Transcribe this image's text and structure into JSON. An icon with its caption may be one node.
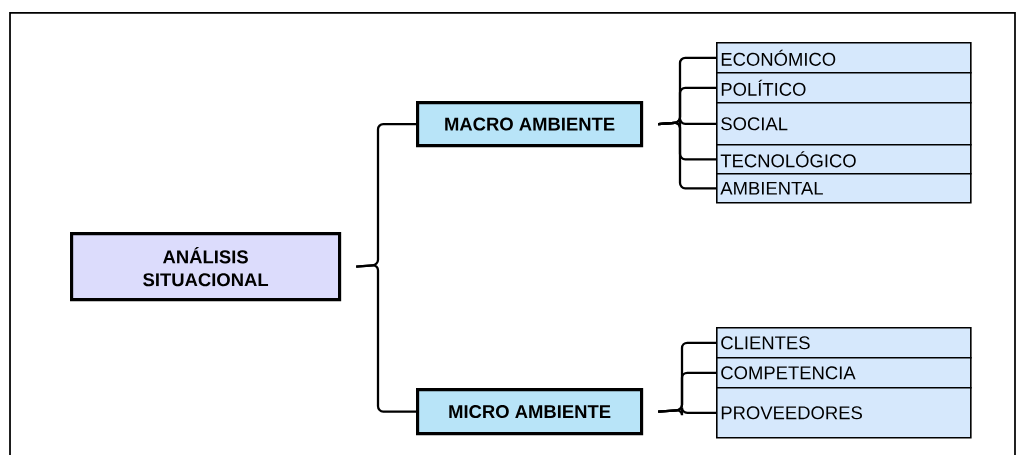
{
  "diagram": {
    "nodes": [
      {
        "text": [
          "ANÁLISIS SITUACIONAL"
        ]
      },
      {
        "text": [
          "MACRO AMBIENTE"
        ]
      },
      {
        "text": [
          "MICRO AMBIENTE"
        ]
      },
      {
        "text": [
          "ECONÓMICO"
        ]
      },
      {
        "text": [
          "POLÍTICO"
        ]
      },
      {
        "text": [
          "SOCIAL"
        ]
      },
      {
        "text": [
          "TECNOLÓGICO"
        ]
      },
      {
        "text": [
          "AMBIENTAL"
        ]
      },
      {
        "text": [
          "CLIENTES"
        ]
      },
      {
        "text": [
          "COMPETENCIA"
        ]
      },
      {
        "text": [
          "PROVEEDORES"
        ]
      }
    ],
    "edges": [
      {
        "from": 0,
        "to": 1,
        "arrow": "none"
      },
      {
        "from": 0,
        "to": 2,
        "arrow": "none"
      },
      {
        "from": 1,
        "to": 3,
        "arrow": "none"
      },
      {
        "from": 1,
        "to": 4,
        "arrow": "none"
      },
      {
        "from": 1,
        "to": 5,
        "arrow": "none"
      },
      {
        "from": 1,
        "to": 6,
        "arrow": "none"
      },
      {
        "from": 1,
        "to": 7,
        "arrow": "none"
      },
      {
        "from": 2,
        "to": 8,
        "arrow": "none"
      },
      {
        "from": 2,
        "to": 9,
        "arrow": "none"
      },
      {
        "from": 2,
        "to": 10,
        "arrow": "none"
      }
    ]
  }
}
